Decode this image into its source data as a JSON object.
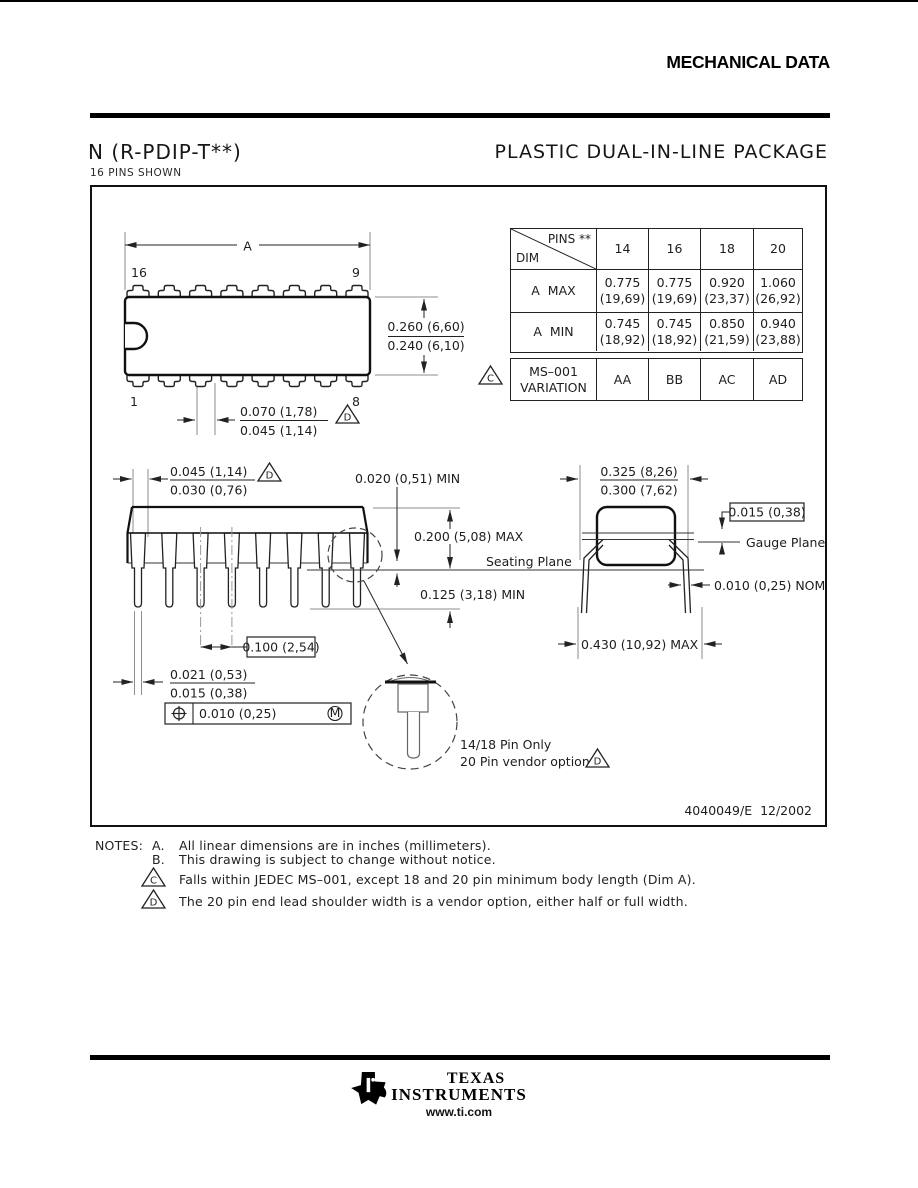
{
  "header": {
    "doc_title": "MECHANICAL DATA"
  },
  "title": {
    "package_code": "N (R-PDIP-T**)",
    "package_name": "PLASTIC DUAL-IN-LINE PACKAGE",
    "subtitle": "16 PINS SHOWN"
  },
  "markers": {
    "c": "C",
    "d": "D"
  },
  "table": {
    "corner": {
      "top": "PINS **",
      "bottom": "DIM"
    },
    "columns": [
      "14",
      "16",
      "18",
      "20"
    ],
    "rows": [
      {
        "label": "A  MAX",
        "values": [
          "0.775\n(19,69)",
          "0.775\n(19,69)",
          "0.920\n(23,37)",
          "1.060\n(26,92)"
        ]
      },
      {
        "label": "A  MIN",
        "values": [
          "0.745\n(18,92)",
          "0.745\n(18,92)",
          "0.850\n(21,59)",
          "0.940\n(23,88)"
        ]
      }
    ],
    "variation": {
      "label": "MS–001\nVARIATION",
      "values": [
        "AA",
        "BB",
        "AC",
        "AD"
      ]
    }
  },
  "top_view": {
    "dim_a": "A",
    "pin_16": "16",
    "pin_9": "9",
    "pin_1": "1",
    "pin_8": "8",
    "dim_body_w_max": "0.260 (6,60)",
    "dim_body_w_min": "0.240 (6,10)",
    "dim_shoulder_max": "0.070 (1,78)",
    "dim_shoulder_min": "0.045 (1,14)"
  },
  "side_view": {
    "dim_shoulder_max": "0.045 (1,14)",
    "dim_shoulder_min": "0.030 (0,76)",
    "dim_standoff": "0.020 (0,51) MIN",
    "dim_height": "0.200 (5,08) MAX",
    "seating_plane": "Seating Plane",
    "dim_lead_len": "0.125 (3,18) MIN",
    "dim_pitch": "0.100 (2,54)",
    "dim_lead_w_max": "0.021 (0,53)",
    "dim_lead_w_min": "0.015 (0,38)",
    "fcf_tolerance": "0.010 (0,25)",
    "fcf_modifier": "M"
  },
  "end_view": {
    "dim_row_max": "0.325 (8,26)",
    "dim_row_min": "0.300 (7,62)",
    "dim_gauge_offset": "0.015 (0,38)",
    "gauge_plane_label": "Gauge Plane",
    "dim_lead_thickness": "0.010 (0,25) NOM",
    "dim_span": "0.430 (10,92) MAX"
  },
  "detail": {
    "line1": "14/18 Pin Only",
    "line2": "20 Pin vendor option"
  },
  "frame_footer": {
    "drawing_number": "4040049/E  12/2002"
  },
  "notes": {
    "label": "NOTES:",
    "items": [
      {
        "key": "A.",
        "text": "All linear dimensions are in inches (millimeters)."
      },
      {
        "key": "B.",
        "text": "This drawing is subject to change without notice."
      }
    ],
    "flagged": [
      {
        "text": "Falls within JEDEC MS–001, except 18 and 20 pin minimum body length (Dim A)."
      },
      {
        "text": "The 20 pin end lead shoulder width is a vendor option, either half or full width."
      }
    ]
  },
  "footer": {
    "brand_top": "TEXAS",
    "brand_bottom": "INSTRUMENTS",
    "url": "www.ti.com"
  },
  "colors": {
    "ink": "#1d1d1d",
    "line": "#8d8d8d",
    "black": "#000000"
  }
}
